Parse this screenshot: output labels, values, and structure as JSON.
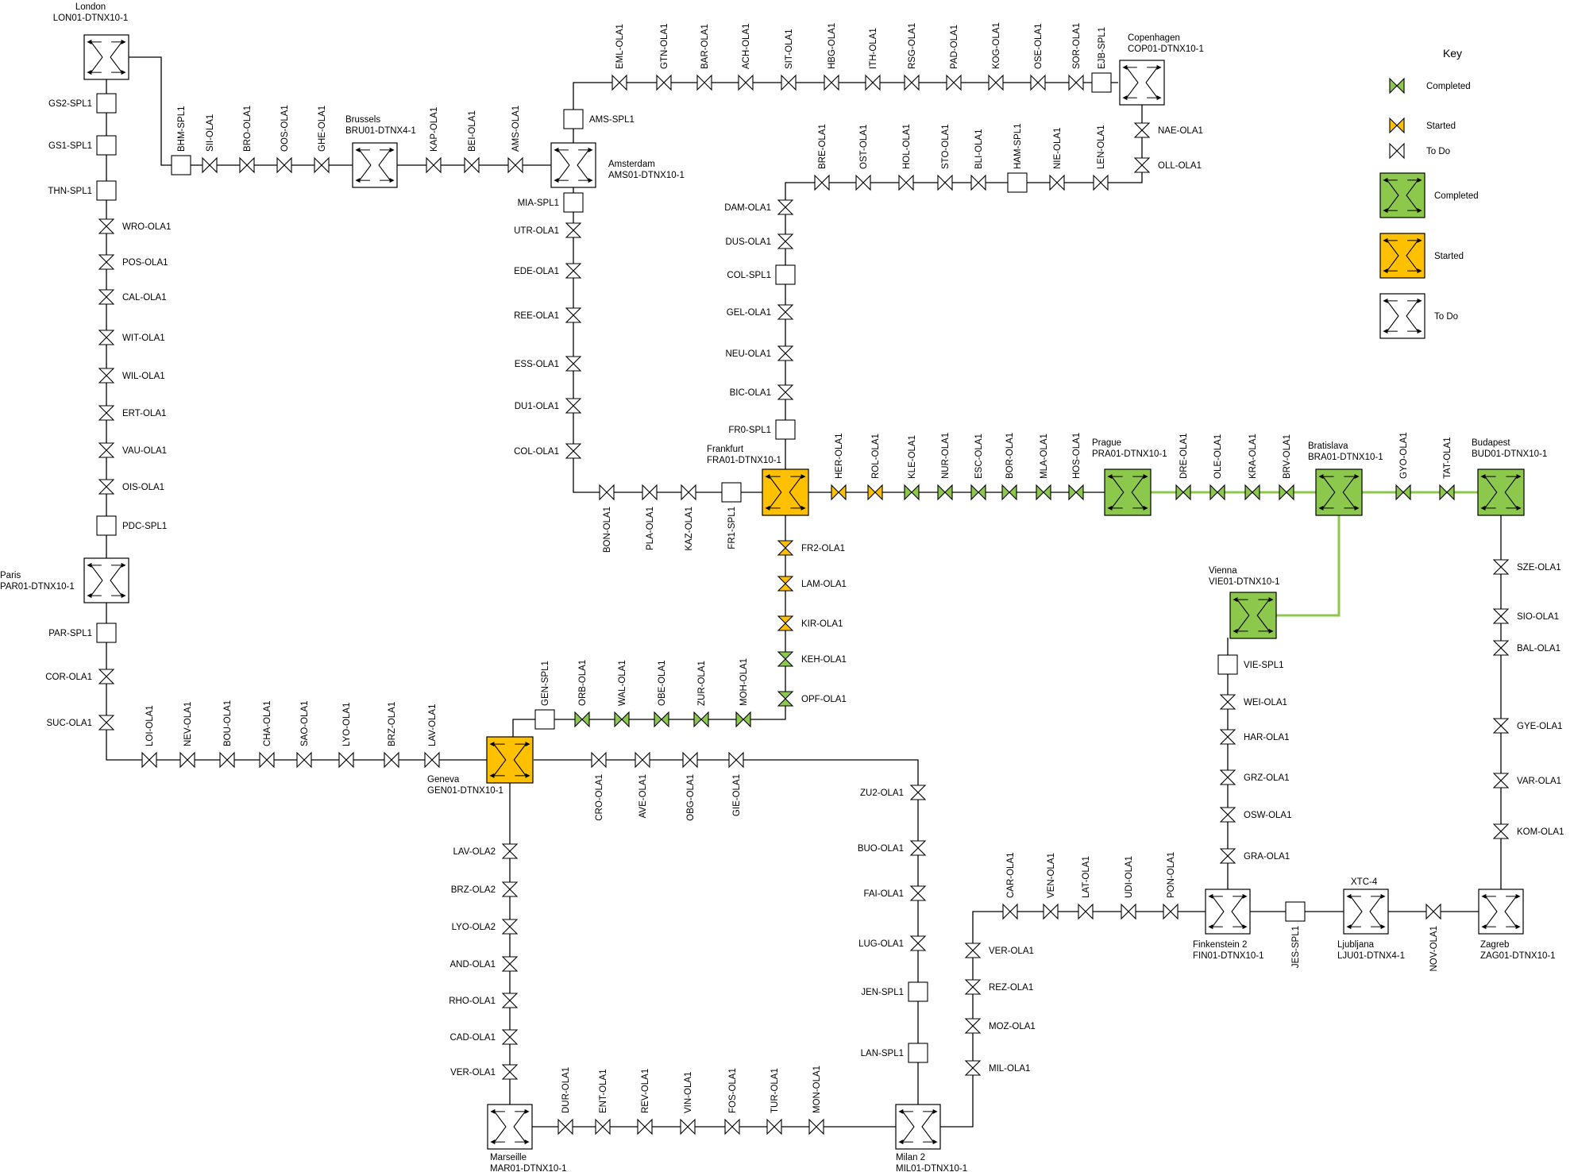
{
  "colors": {
    "completed": "#8cc84b",
    "started": "#ffc000",
    "todo": "#ffffff",
    "stroke": "#000000",
    "link_green": "#8cc84b"
  },
  "icons": {
    "amplifier": "bowtie-amplifier-icon",
    "splitter": "square-splitter-icon",
    "node": "crossed-arrows-node-icon"
  },
  "key": {
    "title": "Key",
    "items": [
      {
        "kind": "amp",
        "status": "completed",
        "label": "Completed"
      },
      {
        "kind": "amp",
        "status": "started",
        "label": "Started"
      },
      {
        "kind": "amp",
        "status": "todo",
        "label": "To Do"
      },
      {
        "kind": "node",
        "status": "completed",
        "label": "Completed"
      },
      {
        "kind": "node",
        "status": "started",
        "label": "Started"
      },
      {
        "kind": "node",
        "status": "todo",
        "label": "To Do"
      }
    ]
  },
  "nodes": [
    {
      "id": "LON",
      "city": "London",
      "code": "LON01-DTNX10-1",
      "status": "todo"
    },
    {
      "id": "BRU",
      "city": "Brussels",
      "code": "BRU01-DTNX4-1",
      "status": "todo"
    },
    {
      "id": "AMS",
      "city": "Amsterdam",
      "code": "AMS01-DTNX10-1",
      "status": "todo"
    },
    {
      "id": "COP",
      "city": "Copenhagen",
      "code": "COP01-DTNX10-1",
      "status": "todo"
    },
    {
      "id": "PAR",
      "city": "Paris",
      "code": "PAR01-DTNX10-1",
      "status": "todo"
    },
    {
      "id": "FRA",
      "city": "Frankfurt",
      "code": "FRA01-DTNX10-1",
      "status": "started"
    },
    {
      "id": "PRA",
      "city": "Prague",
      "code": "PRA01-DTNX10-1",
      "status": "completed"
    },
    {
      "id": "BRA",
      "city": "Bratislava",
      "code": "BRA01-DTNX10-1",
      "status": "completed"
    },
    {
      "id": "BUD",
      "city": "Budapest",
      "code": "BUD01-DTNX10-1",
      "status": "completed"
    },
    {
      "id": "VIE",
      "city": "Vienna",
      "code": "VIE01-DTNX10-1",
      "status": "completed"
    },
    {
      "id": "GEN",
      "city": "Geneva",
      "code": "GEN01-DTNX10-1",
      "status": "started"
    },
    {
      "id": "MAR",
      "city": "Marseille",
      "code": "MAR01-DTNX10-1",
      "status": "todo"
    },
    {
      "id": "MIL",
      "city": "Milan 2",
      "code": "MIL01-DTNX10-1",
      "status": "todo"
    },
    {
      "id": "FIN",
      "city": "Finkenstein 2",
      "code": "FIN01-DTNX10-1",
      "status": "todo"
    },
    {
      "id": "LJU",
      "city": "Ljubljana",
      "code": "LJU01-DTNX4-1",
      "status": "todo",
      "extra": "XTC-4"
    },
    {
      "id": "ZAG",
      "city": "Zagreb",
      "code": "ZAG01-DTNX10-1",
      "status": "todo"
    }
  ],
  "sites": [
    {
      "label": "GS2-SPL1",
      "kind": "spl",
      "status": "todo"
    },
    {
      "label": "GS1-SPL1",
      "kind": "spl",
      "status": "todo"
    },
    {
      "label": "THN-SPL1",
      "kind": "spl",
      "status": "todo"
    },
    {
      "label": "WRO-OLA1",
      "kind": "amp",
      "status": "todo"
    },
    {
      "label": "POS-OLA1",
      "kind": "amp",
      "status": "todo"
    },
    {
      "label": "CAL-OLA1",
      "kind": "amp",
      "status": "todo"
    },
    {
      "label": "WIT-OLA1",
      "kind": "amp",
      "status": "todo"
    },
    {
      "label": "WIL-OLA1",
      "kind": "amp",
      "status": "todo"
    },
    {
      "label": "ERT-OLA1",
      "kind": "amp",
      "status": "todo"
    },
    {
      "label": "VAU-OLA1",
      "kind": "amp",
      "status": "todo"
    },
    {
      "label": "OIS-OLA1",
      "kind": "amp",
      "status": "todo"
    },
    {
      "label": "PDC-SPL1",
      "kind": "spl",
      "status": "todo"
    },
    {
      "label": "PAR-SPL1",
      "kind": "spl",
      "status": "todo"
    },
    {
      "label": "COR-OLA1",
      "kind": "amp",
      "status": "todo"
    },
    {
      "label": "SUC-OLA1",
      "kind": "amp",
      "status": "todo"
    },
    {
      "label": "LOI-OLA1",
      "kind": "amp",
      "status": "todo"
    },
    {
      "label": "NEV-OLA1",
      "kind": "amp",
      "status": "todo"
    },
    {
      "label": "BOU-OLA1",
      "kind": "amp",
      "status": "todo"
    },
    {
      "label": "CHA-OLA1",
      "kind": "amp",
      "status": "todo"
    },
    {
      "label": "SAO-OLA1",
      "kind": "amp",
      "status": "todo"
    },
    {
      "label": "LYO-OLA1",
      "kind": "amp",
      "status": "todo"
    },
    {
      "label": "BRZ-OLA1",
      "kind": "amp",
      "status": "todo"
    },
    {
      "label": "LAV-OLA1",
      "kind": "amp",
      "status": "todo"
    },
    {
      "label": "BHM-SPL1",
      "kind": "spl",
      "status": "todo"
    },
    {
      "label": "SII-OLA1",
      "kind": "amp",
      "status": "todo"
    },
    {
      "label": "BRO-OLA1",
      "kind": "amp",
      "status": "todo"
    },
    {
      "label": "OOS-OLA1",
      "kind": "amp",
      "status": "todo"
    },
    {
      "label": "GHE-OLA1",
      "kind": "amp",
      "status": "todo"
    },
    {
      "label": "KAP-OLA1",
      "kind": "amp",
      "status": "todo"
    },
    {
      "label": "BEI-OLA1",
      "kind": "amp",
      "status": "todo"
    },
    {
      "label": "AMS-OLA1",
      "kind": "amp",
      "status": "todo"
    },
    {
      "label": "AMS-SPL1",
      "kind": "spl",
      "status": "todo"
    },
    {
      "label": "EML-OLA1",
      "kind": "amp",
      "status": "todo"
    },
    {
      "label": "GTN-OLA1",
      "kind": "amp",
      "status": "todo"
    },
    {
      "label": "BAR-OLA1",
      "kind": "amp",
      "status": "todo"
    },
    {
      "label": "ACH-OLA1",
      "kind": "amp",
      "status": "todo"
    },
    {
      "label": "SIT-OLA1",
      "kind": "amp",
      "status": "todo"
    },
    {
      "label": "HBG-OLA1",
      "kind": "amp",
      "status": "todo"
    },
    {
      "label": "ITH-OLA1",
      "kind": "amp",
      "status": "todo"
    },
    {
      "label": "RSG-OLA1",
      "kind": "amp",
      "status": "todo"
    },
    {
      "label": "PAD-OLA1",
      "kind": "amp",
      "status": "todo"
    },
    {
      "label": "KOG-OLA1",
      "kind": "amp",
      "status": "todo"
    },
    {
      "label": "OSE-OLA1",
      "kind": "amp",
      "status": "todo"
    },
    {
      "label": "SOR-OLA1",
      "kind": "amp",
      "status": "todo"
    },
    {
      "label": "EJB-SPL1",
      "kind": "spl",
      "status": "todo"
    },
    {
      "label": "NAE-OLA1",
      "kind": "amp",
      "status": "todo"
    },
    {
      "label": "OLL-OLA1",
      "kind": "amp",
      "status": "todo"
    },
    {
      "label": "LEN-OLA1",
      "kind": "amp",
      "status": "todo"
    },
    {
      "label": "NIE-OLA1",
      "kind": "amp",
      "status": "todo"
    },
    {
      "label": "HAM-SPL1",
      "kind": "spl",
      "status": "todo"
    },
    {
      "label": "BLI-OLA1",
      "kind": "amp",
      "status": "todo"
    },
    {
      "label": "STO-OLA1",
      "kind": "amp",
      "status": "todo"
    },
    {
      "label": "HOL-OLA1",
      "kind": "amp",
      "status": "todo"
    },
    {
      "label": "OST-OLA1",
      "kind": "amp",
      "status": "todo"
    },
    {
      "label": "BRE-OLA1",
      "kind": "amp",
      "status": "todo"
    },
    {
      "label": "DAM-OLA1",
      "kind": "amp",
      "status": "todo"
    },
    {
      "label": "DUS-OLA1",
      "kind": "amp",
      "status": "todo"
    },
    {
      "label": "COL-SPL1",
      "kind": "spl",
      "status": "todo"
    },
    {
      "label": "GEL-OLA1",
      "kind": "amp",
      "status": "todo"
    },
    {
      "label": "NEU-OLA1",
      "kind": "amp",
      "status": "todo"
    },
    {
      "label": "BIC-OLA1",
      "kind": "amp",
      "status": "todo"
    },
    {
      "label": "FR0-SPL1",
      "kind": "spl",
      "status": "todo"
    },
    {
      "label": "MIA-SPL1",
      "kind": "spl",
      "status": "todo"
    },
    {
      "label": "UTR-OLA1",
      "kind": "amp",
      "status": "todo"
    },
    {
      "label": "EDE-OLA1",
      "kind": "amp",
      "status": "todo"
    },
    {
      "label": "REE-OLA1",
      "kind": "amp",
      "status": "todo"
    },
    {
      "label": "ESS-OLA1",
      "kind": "amp",
      "status": "todo"
    },
    {
      "label": "DU1-OLA1",
      "kind": "amp",
      "status": "todo"
    },
    {
      "label": "COL-OLA1",
      "kind": "amp",
      "status": "todo"
    },
    {
      "label": "BON-OLA1",
      "kind": "amp",
      "status": "todo"
    },
    {
      "label": "PLA-OLA1",
      "kind": "amp",
      "status": "todo"
    },
    {
      "label": "KAZ-OLA1",
      "kind": "amp",
      "status": "todo"
    },
    {
      "label": "FR1-SPL1",
      "kind": "spl",
      "status": "todo"
    },
    {
      "label": "HER-OLA1",
      "kind": "amp",
      "status": "started"
    },
    {
      "label": "ROL-OLA1",
      "kind": "amp",
      "status": "started"
    },
    {
      "label": "KLE-OLA1",
      "kind": "amp",
      "status": "completed"
    },
    {
      "label": "NUR-OLA1",
      "kind": "amp",
      "status": "completed"
    },
    {
      "label": "ESC-OLA1",
      "kind": "amp",
      "status": "completed"
    },
    {
      "label": "BOR-OLA1",
      "kind": "amp",
      "status": "completed"
    },
    {
      "label": "MLA-OLA1",
      "kind": "amp",
      "status": "completed"
    },
    {
      "label": "HOS-OLA1",
      "kind": "amp",
      "status": "completed"
    },
    {
      "label": "DRE-OLA1",
      "kind": "amp",
      "status": "completed"
    },
    {
      "label": "OLE-OLA1",
      "kind": "amp",
      "status": "completed"
    },
    {
      "label": "KRA-OLA1",
      "kind": "amp",
      "status": "completed"
    },
    {
      "label": "BRV-OLA1",
      "kind": "amp",
      "status": "completed"
    },
    {
      "label": "GYO-OLA1",
      "kind": "amp",
      "status": "completed"
    },
    {
      "label": "TAT-OLA1",
      "kind": "amp",
      "status": "completed"
    },
    {
      "label": "FR2-OLA1",
      "kind": "amp",
      "status": "started"
    },
    {
      "label": "LAM-OLA1",
      "kind": "amp",
      "status": "started"
    },
    {
      "label": "KIR-OLA1",
      "kind": "amp",
      "status": "started"
    },
    {
      "label": "KEH-OLA1",
      "kind": "amp",
      "status": "completed"
    },
    {
      "label": "OPF-OLA1",
      "kind": "amp",
      "status": "completed"
    },
    {
      "label": "GEN-SPL1",
      "kind": "spl",
      "status": "todo"
    },
    {
      "label": "ORB-OLA1",
      "kind": "amp",
      "status": "completed"
    },
    {
      "label": "WAL-OLA1",
      "kind": "amp",
      "status": "completed"
    },
    {
      "label": "OBE-OLA1",
      "kind": "amp",
      "status": "completed"
    },
    {
      "label": "ZUR-OLA1",
      "kind": "amp",
      "status": "completed"
    },
    {
      "label": "MOH-OLA1",
      "kind": "amp",
      "status": "completed"
    },
    {
      "label": "CRO-OLA1",
      "kind": "amp",
      "status": "todo"
    },
    {
      "label": "AVE-OLA1",
      "kind": "amp",
      "status": "todo"
    },
    {
      "label": "OBG-OLA1",
      "kind": "amp",
      "status": "todo"
    },
    {
      "label": "GIE-OLA1",
      "kind": "amp",
      "status": "todo"
    },
    {
      "label": "LAV-OLA2",
      "kind": "amp",
      "status": "todo"
    },
    {
      "label": "BRZ-OLA2",
      "kind": "amp",
      "status": "todo"
    },
    {
      "label": "LYO-OLA2",
      "kind": "amp",
      "status": "todo"
    },
    {
      "label": "AND-OLA1",
      "kind": "amp",
      "status": "todo"
    },
    {
      "label": "RHO-OLA1",
      "kind": "amp",
      "status": "todo"
    },
    {
      "label": "CAD-OLA1",
      "kind": "amp",
      "status": "todo"
    },
    {
      "label": "VER-OLA1",
      "kind": "amp",
      "status": "todo"
    },
    {
      "label": "DUR-OLA1",
      "kind": "amp",
      "status": "todo"
    },
    {
      "label": "ENT-OLA1",
      "kind": "amp",
      "status": "todo"
    },
    {
      "label": "REV-OLA1",
      "kind": "amp",
      "status": "todo"
    },
    {
      "label": "VIN-OLA1",
      "kind": "amp",
      "status": "todo"
    },
    {
      "label": "FOS-OLA1",
      "kind": "amp",
      "status": "todo"
    },
    {
      "label": "TUR-OLA1",
      "kind": "amp",
      "status": "todo"
    },
    {
      "label": "MON-OLA1",
      "kind": "amp",
      "status": "todo"
    },
    {
      "label": "ZU2-OLA1",
      "kind": "amp",
      "status": "todo"
    },
    {
      "label": "BUO-OLA1",
      "kind": "amp",
      "status": "todo"
    },
    {
      "label": "FAI-OLA1",
      "kind": "amp",
      "status": "todo"
    },
    {
      "label": "LUG-OLA1",
      "kind": "amp",
      "status": "todo"
    },
    {
      "label": "JEN-SPL1",
      "kind": "spl",
      "status": "todo"
    },
    {
      "label": "LAN-SPL1",
      "kind": "spl",
      "status": "todo"
    },
    {
      "label": "VER-OLA1",
      "kind": "amp",
      "status": "todo"
    },
    {
      "label": "REZ-OLA1",
      "kind": "amp",
      "status": "todo"
    },
    {
      "label": "MOZ-OLA1",
      "kind": "amp",
      "status": "todo"
    },
    {
      "label": "MIL-OLA1",
      "kind": "amp",
      "status": "todo"
    },
    {
      "label": "CAR-OLA1",
      "kind": "amp",
      "status": "todo"
    },
    {
      "label": "VEN-OLA1",
      "kind": "amp",
      "status": "todo"
    },
    {
      "label": "LAT-OLA1",
      "kind": "amp",
      "status": "todo"
    },
    {
      "label": "UDI-OLA1",
      "kind": "amp",
      "status": "todo"
    },
    {
      "label": "PON-OLA1",
      "kind": "amp",
      "status": "todo"
    },
    {
      "label": "JES-SPL1",
      "kind": "spl",
      "status": "todo"
    },
    {
      "label": "NOV-OLA1",
      "kind": "amp",
      "status": "todo"
    },
    {
      "label": "VIE-SPL1",
      "kind": "spl",
      "status": "todo"
    },
    {
      "label": "WEI-OLA1",
      "kind": "amp",
      "status": "todo"
    },
    {
      "label": "HAR-OLA1",
      "kind": "amp",
      "status": "todo"
    },
    {
      "label": "GRZ-OLA1",
      "kind": "amp",
      "status": "todo"
    },
    {
      "label": "OSW-OLA1",
      "kind": "amp",
      "status": "todo"
    },
    {
      "label": "GRA-OLA1",
      "kind": "amp",
      "status": "todo"
    },
    {
      "label": "SZE-OLA1",
      "kind": "amp",
      "status": "todo"
    },
    {
      "label": "SIO-OLA1",
      "kind": "amp",
      "status": "todo"
    },
    {
      "label": "BAL-OLA1",
      "kind": "amp",
      "status": "todo"
    },
    {
      "label": "GYE-OLA1",
      "kind": "amp",
      "status": "todo"
    },
    {
      "label": "VAR-OLA1",
      "kind": "amp",
      "status": "todo"
    },
    {
      "label": "KOM-OLA1",
      "kind": "amp",
      "status": "todo"
    }
  ]
}
